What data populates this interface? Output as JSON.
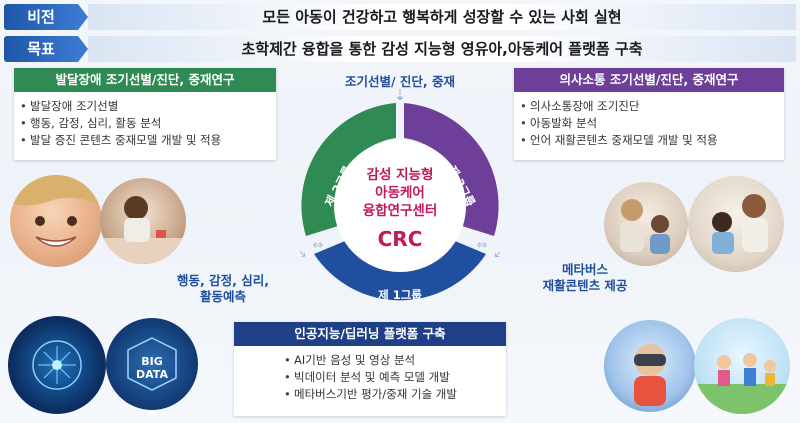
{
  "vision": {
    "tag": "비전",
    "text": "모든 아동이 건강하고 행복하게 성장할 수 있는 사회 실현"
  },
  "goal": {
    "tag": "목표",
    "text": "초학제간 융합을 통한 감성 지능형 영유아,아동케어 플랫폼 구축"
  },
  "boxes": {
    "developmental": {
      "title": "발달장애 조기선별/진단, 중재연구",
      "items": [
        "발달장애 조기선별",
        "행동, 감정, 심리, 활동 분석",
        "발달 증진 콘텐츠 중재모델 개발 및 적용"
      ]
    },
    "communication": {
      "title": "의사소통 조기선별/진단, 중재연구",
      "items": [
        "의사소통장애 조기진단",
        "아동발화 분석",
        "언어 재활콘텐츠 중재모델 개발 및 적용"
      ]
    },
    "ai": {
      "title": "인공지능/딥러닝 플랫폼 구축",
      "items": [
        "AI기반 음성 및 영상 분석",
        "빅데이터 분석 및 예측 모델 개발",
        "메타버스기반 평가/중재 기술 개발"
      ]
    }
  },
  "center": {
    "line1": "감성 지능형",
    "line2": "아동케어",
    "line3": "융합연구센터",
    "logo": "CRC"
  },
  "groups": {
    "g1": "제 1그룹",
    "g2": "제 2그룹",
    "g3": "제 3그룹"
  },
  "labels": {
    "top": "조기선별/ 진단, 중재",
    "left_line1": "행동, 감정, 심리,",
    "left_line2": "활동예측",
    "right_line1": "메타버스",
    "right_line2": "재활콘텐츠 제공"
  },
  "photos": {
    "p1": "child-smiling-face",
    "p2": "child-playing",
    "p3": "mother-and-child",
    "p4": "teacher-and-child",
    "p5": "ai-brain-network",
    "p6": "big-data-cube",
    "p6_text_1": "BIG",
    "p6_text_2": "DATA",
    "p7": "vr-child",
    "p8": "metaverse-avatars"
  },
  "colors": {
    "ring_green": "#2f8a53",
    "ring_purple": "#6d3f98",
    "ring_blue": "#1f4f9e",
    "center_text": "#c2185b",
    "accent_blue": "#1e56a8"
  }
}
